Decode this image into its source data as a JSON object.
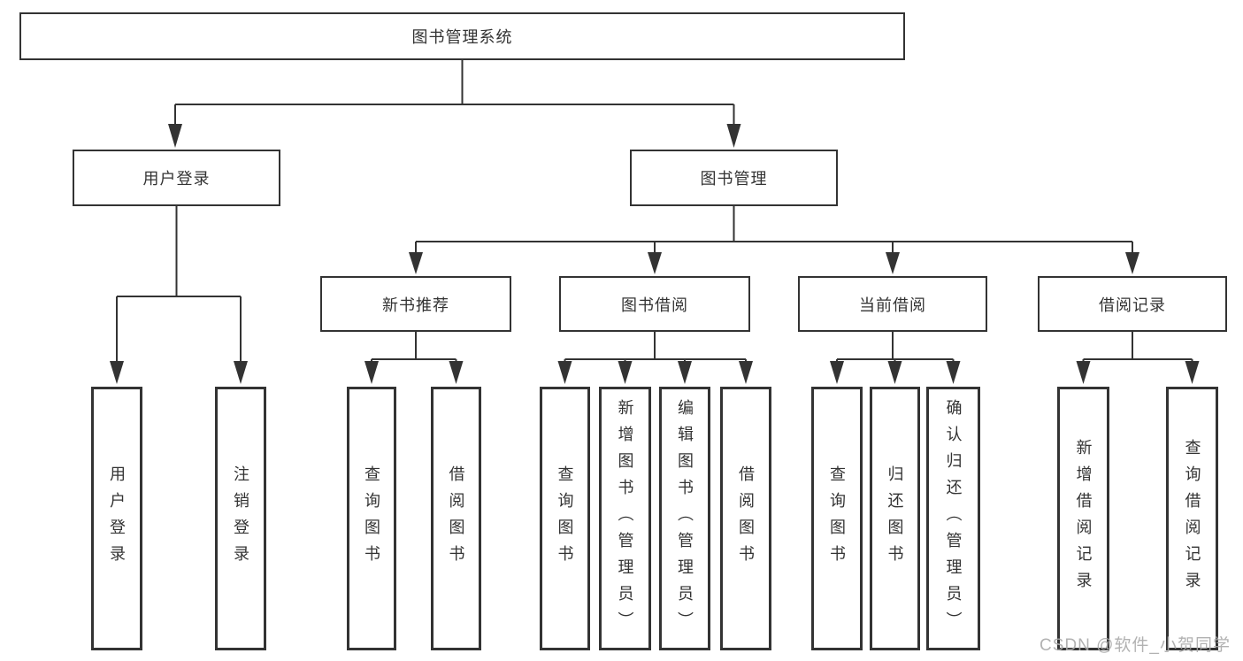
{
  "tree": {
    "root": {
      "label": "图书管理系统"
    },
    "branches": [
      {
        "label": "用户登录",
        "children": [
          {
            "label": "用户登录"
          },
          {
            "label": "注销登录"
          }
        ]
      },
      {
        "label": "图书管理",
        "children": [
          {
            "label": "新书推荐",
            "children": [
              {
                "label": "查询图书"
              },
              {
                "label": "借阅图书"
              }
            ]
          },
          {
            "label": "图书借阅",
            "children": [
              {
                "label": "查询图书"
              },
              {
                "label": "新增图书（管理员）"
              },
              {
                "label": "编辑图书（管理员）"
              },
              {
                "label": "借阅图书"
              }
            ]
          },
          {
            "label": "当前借阅",
            "children": [
              {
                "label": "查询图书"
              },
              {
                "label": "归还图书"
              },
              {
                "label": "确认归还（管理员）"
              }
            ]
          },
          {
            "label": "借阅记录",
            "children": [
              {
                "label": "新增借阅记录"
              },
              {
                "label": "查询借阅记录"
              }
            ]
          }
        ]
      }
    ]
  },
  "watermark": {
    "text": "CSDN @软件_小贺同学"
  },
  "colors": {
    "line": "#333333",
    "box_border": "#333333",
    "text": "#333333",
    "background": "#ffffff",
    "watermark": "#aaaaaa"
  }
}
